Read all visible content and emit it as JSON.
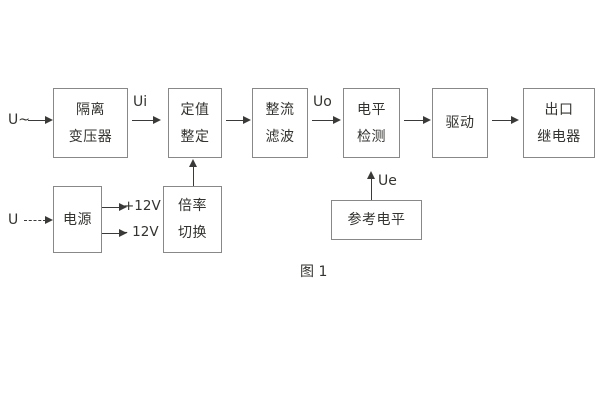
{
  "figure": {
    "caption": "图 1"
  },
  "blocks": [
    {
      "id": "isolation-transformer",
      "lines": [
        "隔离",
        "变压器"
      ]
    },
    {
      "id": "setting-value",
      "lines": [
        "定值",
        "整定"
      ]
    },
    {
      "id": "rectify-filter",
      "lines": [
        "整流",
        "滤波"
      ]
    },
    {
      "id": "level-detection",
      "lines": [
        "电平",
        "检测"
      ]
    },
    {
      "id": "drive",
      "lines": [
        "驱动"
      ]
    },
    {
      "id": "output-relay",
      "lines": [
        "出口",
        "继电器"
      ]
    },
    {
      "id": "power-supply",
      "lines": [
        "电源"
      ]
    },
    {
      "id": "multiplier-switch",
      "lines": [
        "倍率",
        "切换"
      ]
    },
    {
      "id": "reference-level",
      "lines": [
        "参考电平"
      ]
    }
  ],
  "signals": {
    "ac_input": "U~",
    "dc_input": "U",
    "ui": "Ui",
    "uo": "Uo",
    "ue": "Ue",
    "supply_positive": "+12V",
    "supply_negative": "- 12V"
  },
  "colors": {
    "box_border": "#888888",
    "line": "#3a3a38",
    "text": "#33332f",
    "background": "#ffffff"
  }
}
